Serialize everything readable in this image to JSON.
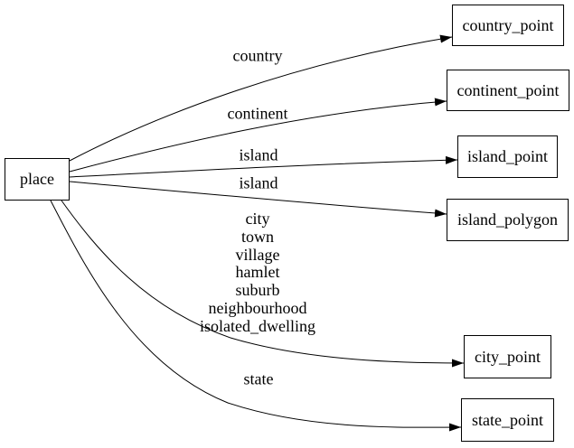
{
  "diagram": {
    "background_color": "#ffffff",
    "stroke_color": "#000000",
    "text_color": "#000000",
    "nodes": [
      {
        "id": "place",
        "label": "place"
      },
      {
        "id": "country_point",
        "label": "country_point"
      },
      {
        "id": "continent_point",
        "label": "continent_point"
      },
      {
        "id": "island_point",
        "label": "island_point"
      },
      {
        "id": "island_polygon",
        "label": "island_polygon"
      },
      {
        "id": "city_point",
        "label": "city_point"
      },
      {
        "id": "state_point",
        "label": "state_point"
      }
    ],
    "edges": [
      {
        "from": "place",
        "to": "country_point",
        "label": "country"
      },
      {
        "from": "place",
        "to": "continent_point",
        "label": "continent"
      },
      {
        "from": "place",
        "to": "island_point",
        "label": "island"
      },
      {
        "from": "place",
        "to": "island_polygon",
        "label": "island"
      },
      {
        "from": "place",
        "to": "city_point",
        "label_lines": [
          "city",
          "town",
          "village",
          "hamlet",
          "suburb",
          "neighbourhood",
          "isolated_dwelling"
        ]
      },
      {
        "from": "place",
        "to": "state_point",
        "label": "state"
      }
    ]
  }
}
